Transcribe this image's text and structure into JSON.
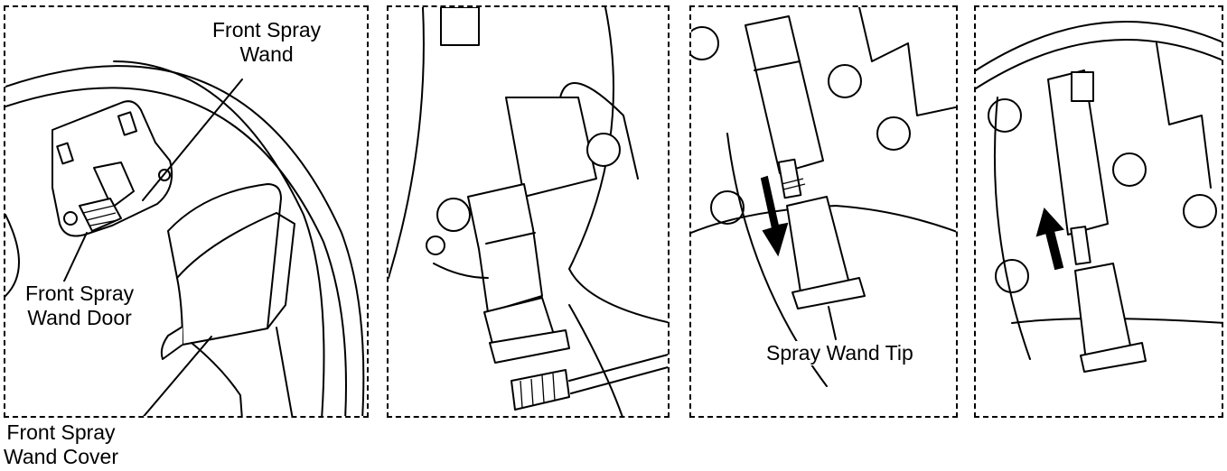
{
  "labels": {
    "front_spray_wand": [
      "Front Spray",
      "Wand"
    ],
    "front_spray_wand_door": [
      "Front Spray",
      "Wand Door"
    ],
    "front_spray_wand_cover": [
      "Front Spray",
      "Wand Cover"
    ],
    "spray_wand_tip": "Spray Wand Tip"
  },
  "arrows": {
    "step3": "down",
    "step4": "up"
  }
}
